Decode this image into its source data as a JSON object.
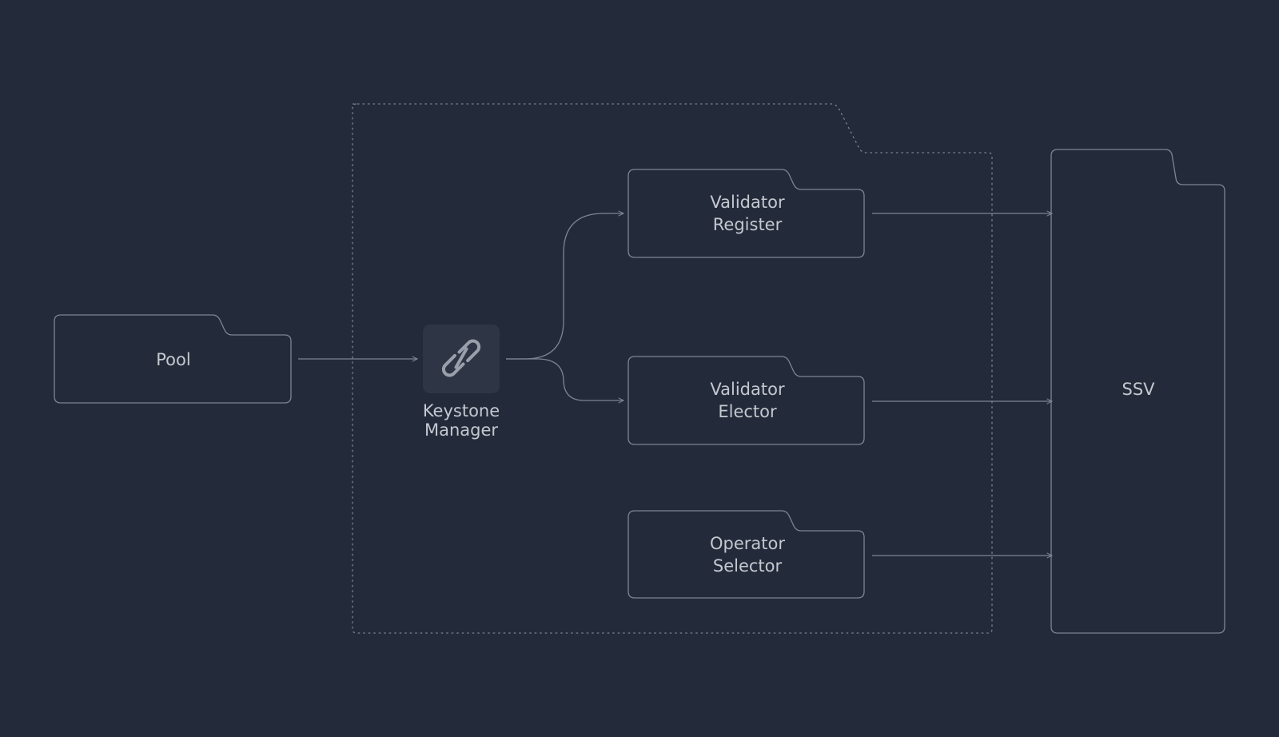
{
  "colors": {
    "background": "#232b3b",
    "stroke": "#7d8594",
    "text": "#c4c8cf",
    "icon_tile": "#2e3646",
    "icon": "#9aa0ab"
  },
  "nodes": {
    "pool": {
      "label": "Pool"
    },
    "keystone_manager": {
      "icon": "link-icon",
      "label_line1": "Keystone",
      "label_line2": "Manager"
    },
    "validator_register": {
      "label_line1": "Validator",
      "label_line2": "Register"
    },
    "validator_elector": {
      "label_line1": "Validator",
      "label_line2": "Elector"
    },
    "operator_selector": {
      "label_line1": "Operator",
      "label_line2": "Selector"
    },
    "ssv": {
      "label": "SSV"
    }
  },
  "edges": [
    {
      "from": "pool",
      "to": "keystone_manager"
    },
    {
      "from": "keystone_manager",
      "to": "validator_register"
    },
    {
      "from": "keystone_manager",
      "to": "validator_elector"
    },
    {
      "from": "validator_register",
      "to": "ssv"
    },
    {
      "from": "validator_elector",
      "to": "ssv"
    },
    {
      "from": "operator_selector",
      "to": "ssv"
    }
  ]
}
